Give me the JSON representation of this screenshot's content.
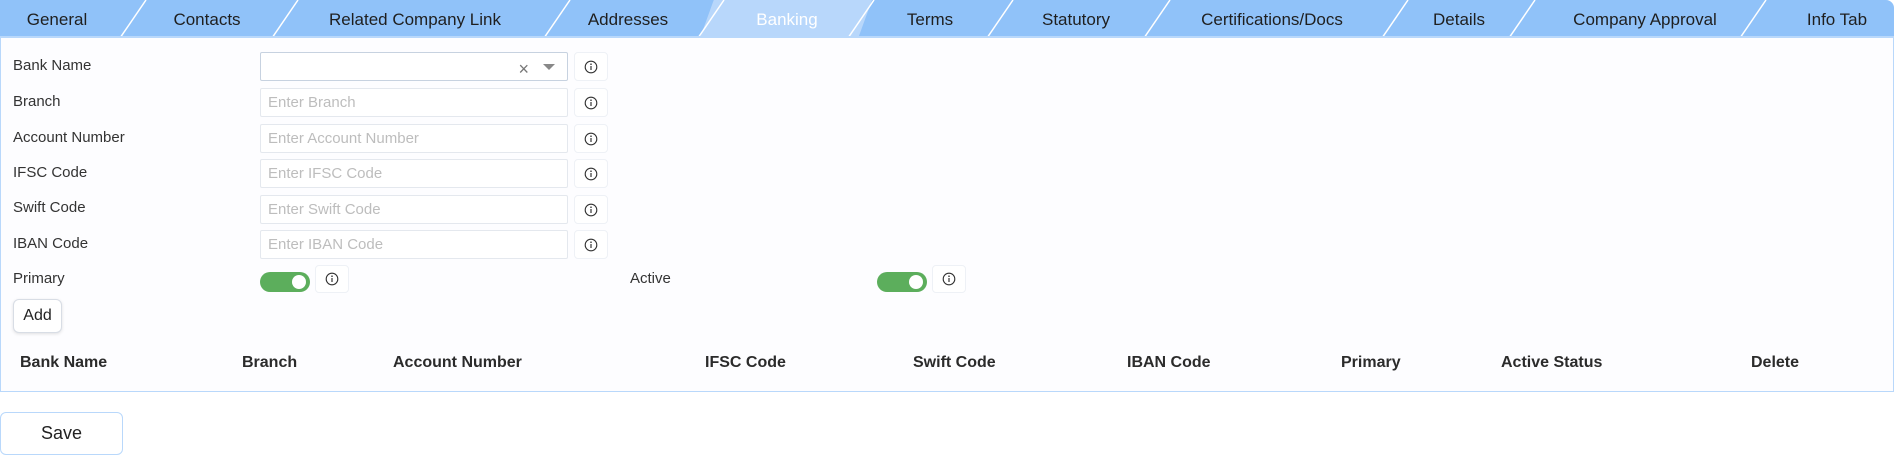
{
  "tabs": [
    {
      "label": "General",
      "active": false
    },
    {
      "label": "Contacts",
      "active": false
    },
    {
      "label": "Related Company Link",
      "active": false
    },
    {
      "label": "Addresses",
      "active": false
    },
    {
      "label": "Banking",
      "active": true
    },
    {
      "label": "Terms",
      "active": false
    },
    {
      "label": "Statutory",
      "active": false
    },
    {
      "label": "Certifications/Docs",
      "active": false
    },
    {
      "label": "Details",
      "active": false
    },
    {
      "label": "Company Approval",
      "active": false
    },
    {
      "label": "Info Tab",
      "active": false
    }
  ],
  "form": {
    "bank_name": {
      "label": "Bank Name",
      "value": "",
      "clear_icon": "×"
    },
    "branch": {
      "label": "Branch",
      "placeholder": "Enter Branch",
      "value": ""
    },
    "account_number": {
      "label": "Account Number",
      "placeholder": "Enter Account Number",
      "value": ""
    },
    "ifsc_code": {
      "label": "IFSC Code",
      "placeholder": "Enter IFSC Code",
      "value": ""
    },
    "swift_code": {
      "label": "Swift Code",
      "placeholder": "Enter Swift Code",
      "value": ""
    },
    "iban_code": {
      "label": "IBAN Code",
      "placeholder": "Enter IBAN Code",
      "value": ""
    },
    "primary": {
      "label": "Primary",
      "on": true
    },
    "active": {
      "label": "Active",
      "on": true
    },
    "add_label": "Add"
  },
  "table": {
    "columns": [
      "Bank Name",
      "Branch",
      "Account Number",
      "IFSC Code",
      "Swift Code",
      "IBAN Code",
      "Primary",
      "Active Status",
      "Delete"
    ],
    "rows": []
  },
  "save_label": "Save",
  "colors": {
    "tab_bar": "#90c2f9",
    "tab_active": "#b8d7fb",
    "toggle_on": "#5cae5c",
    "border": "#b9d8fb"
  }
}
